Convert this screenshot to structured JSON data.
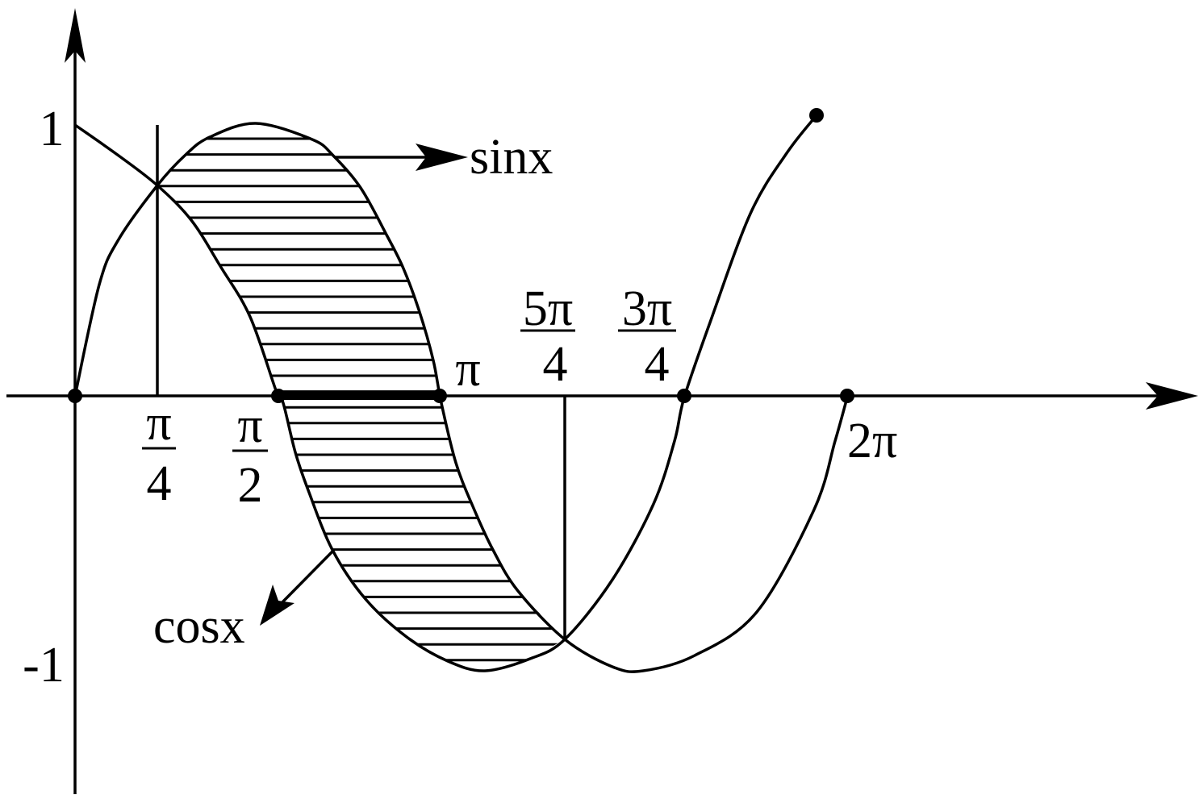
{
  "title": "Graphs of sin x and cos x with shaded region",
  "colors": {
    "ink": "#000000",
    "background": "#ffffff"
  },
  "y_labels": {
    "one": "1",
    "minus_one": "-1"
  },
  "curve_labels": {
    "sin": "sinx",
    "cos": "cosx"
  },
  "x_labels": {
    "pi_over_4": {
      "num": "π",
      "den": "4"
    },
    "pi_over_2": {
      "num": "π",
      "den": "2"
    },
    "pi": "π",
    "five_pi_over_4": {
      "num": "5π",
      "den": "4"
    },
    "three_pi_over_4": {
      "num": "3π",
      "den": "4"
    },
    "two_pi": "2π"
  }
}
